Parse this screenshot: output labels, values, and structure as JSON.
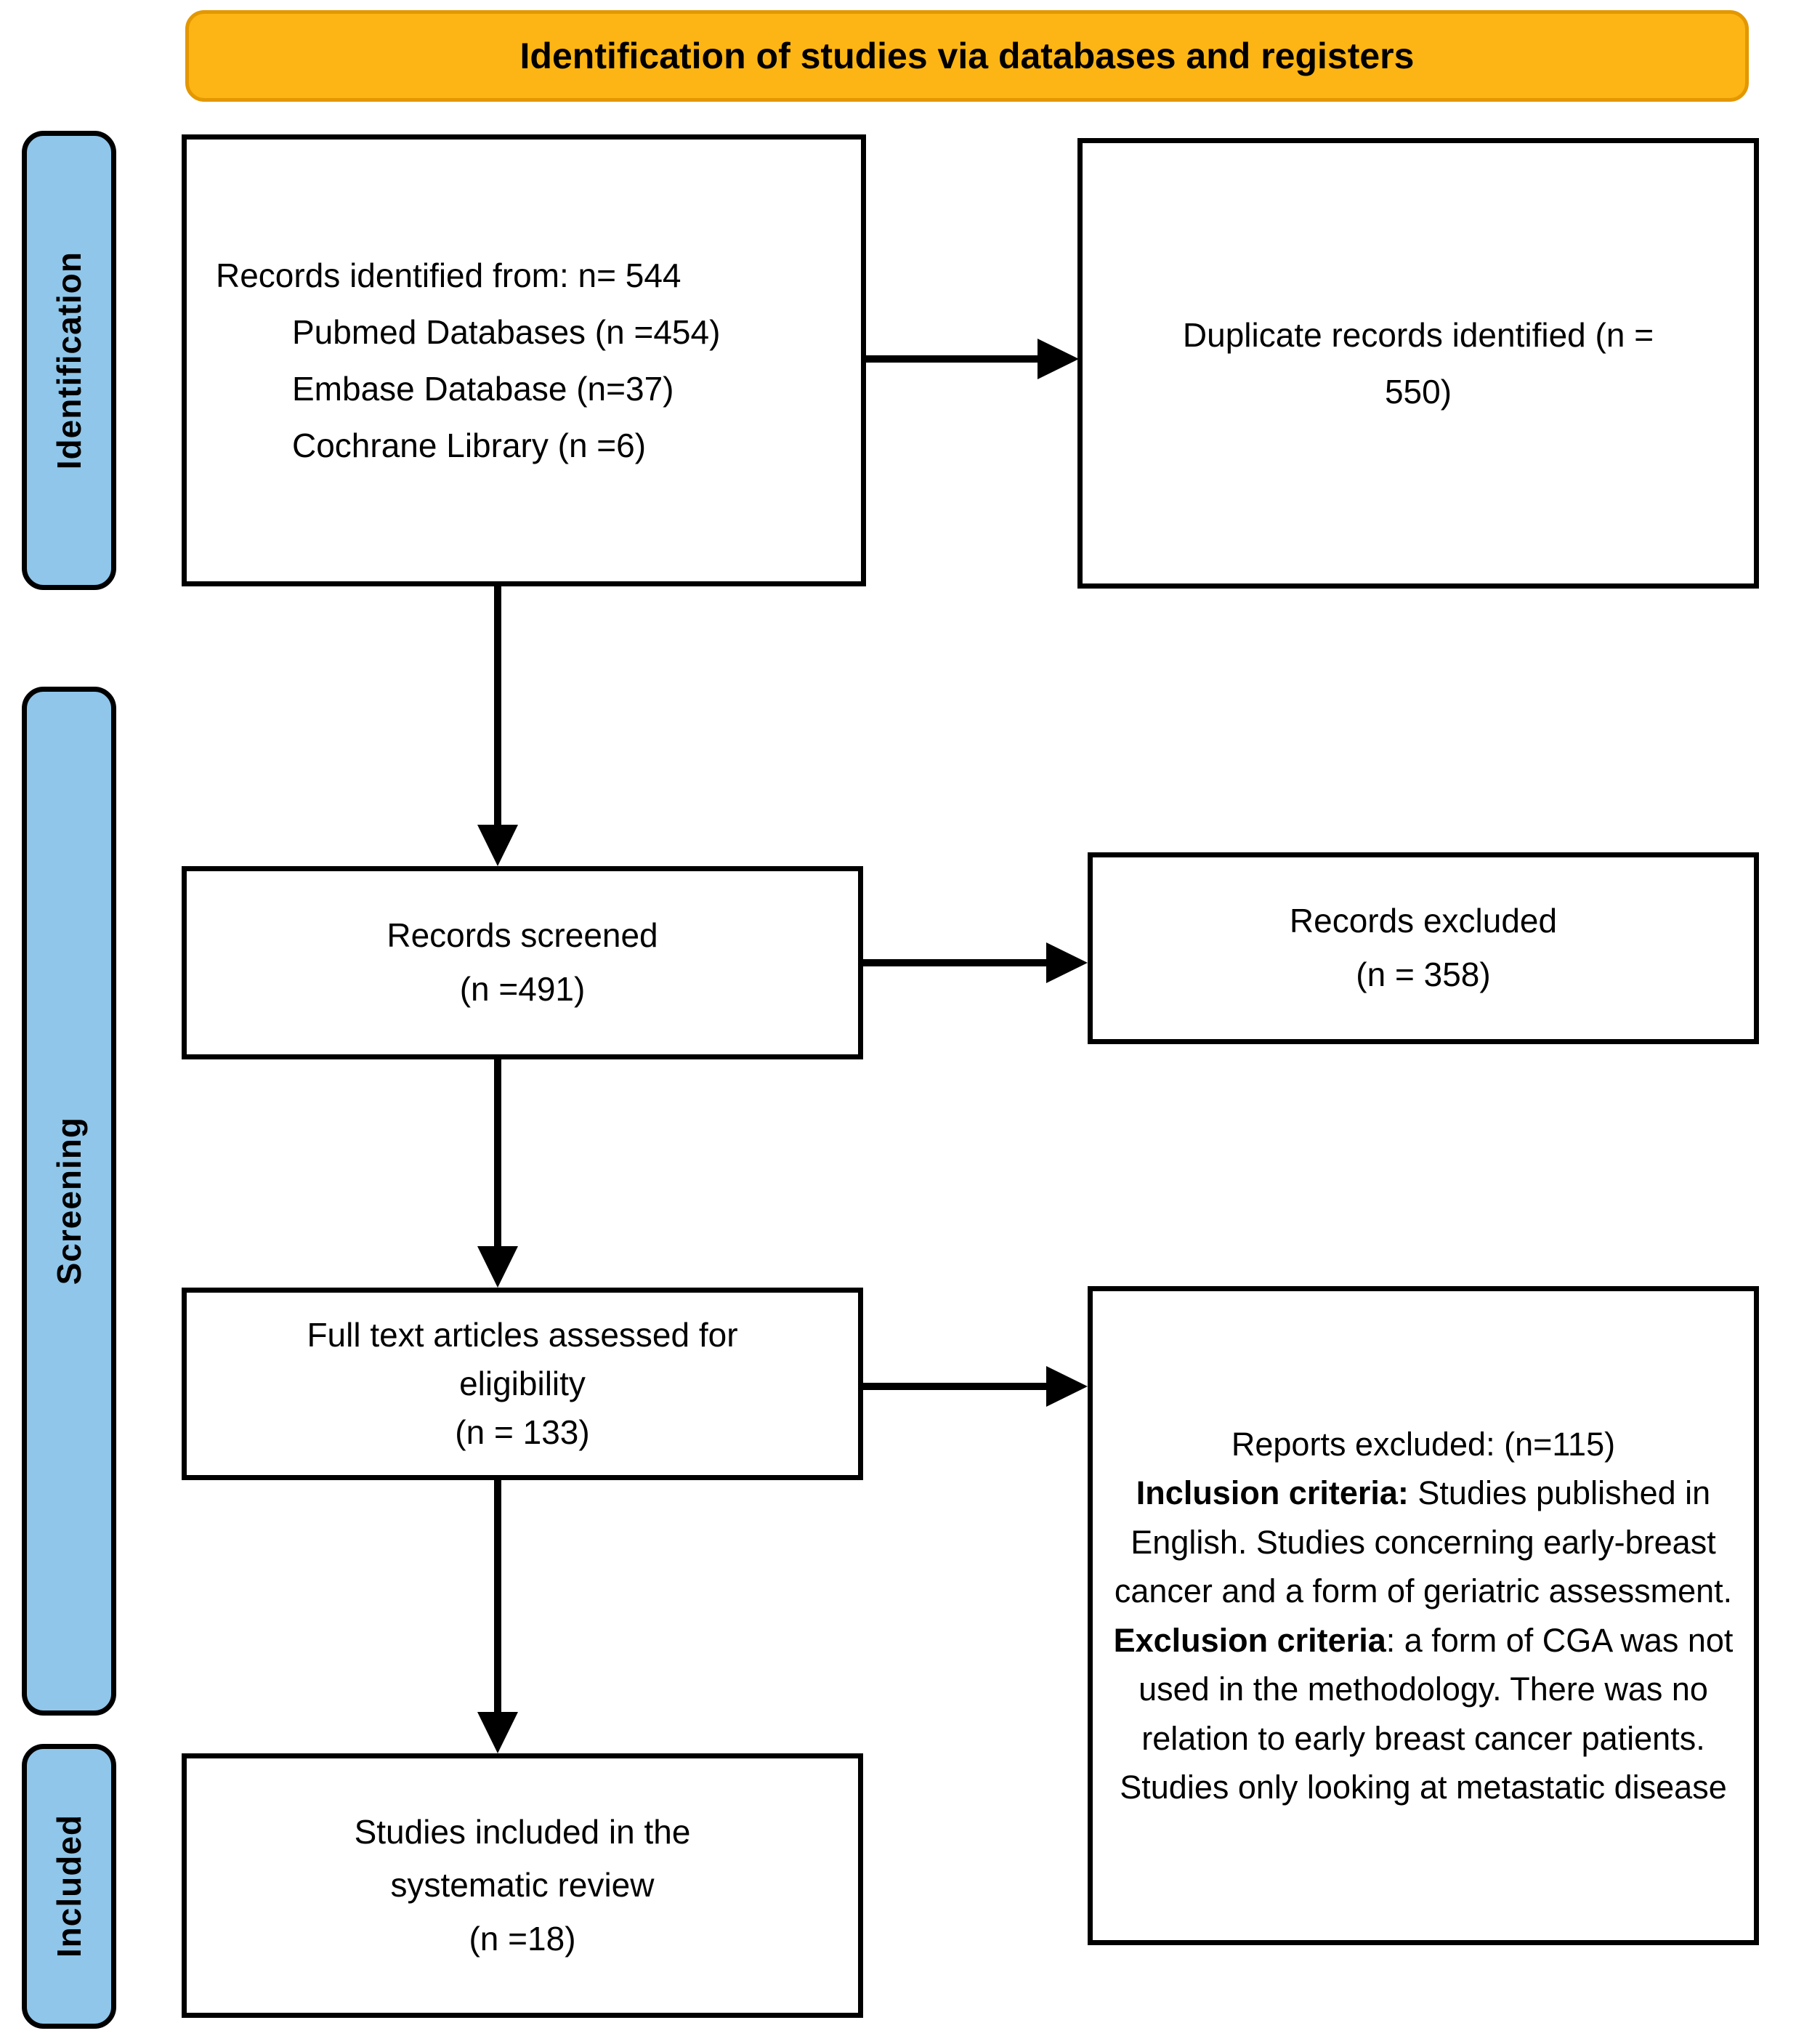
{
  "banner": {
    "title": "Identification of studies via databases and registers"
  },
  "stages": [
    {
      "label": "Identification"
    },
    {
      "label": "Screening"
    },
    {
      "label": "Included"
    }
  ],
  "boxes": {
    "records_identified": {
      "line1": "Records identified from: n= 544",
      "sources": [
        "Pubmed Databases (n =454)",
        "Embase Database (n=37)",
        "Cochrane Library (n =6)"
      ]
    },
    "duplicates": {
      "lines": [
        "Duplicate records identified (n =",
        "550)"
      ]
    },
    "screened": {
      "lines": [
        "Records screened",
        "(n =491)"
      ]
    },
    "records_excluded": {
      "lines": [
        "Records excluded",
        "(n = 358)"
      ]
    },
    "fulltext": {
      "lines": [
        "Full text articles assessed for",
        "eligibility",
        "(n = 133)"
      ]
    },
    "reports_excluded": {
      "title": "Reports excluded: (n=115)",
      "inclusion_label": "Inclusion criteria:",
      "inclusion_text": " Studies published in English. Studies concerning early-breast cancer and a form of geriatric assessment.",
      "exclusion_label": "Exclusion criteria",
      "exclusion_text": ": a form of CGA was not used in the methodology. There was no relation to early breast cancer patients. Studies only looking at metastatic disease"
    },
    "included": {
      "lines": [
        "Studies included in the",
        "systematic review",
        "(n =18)"
      ]
    }
  },
  "colors": {
    "banner_fill": "#FCB514",
    "banner_border": "#E39700",
    "stage_fill": "#8FC6EA",
    "box_border": "#000000",
    "arrow": "#000000"
  }
}
